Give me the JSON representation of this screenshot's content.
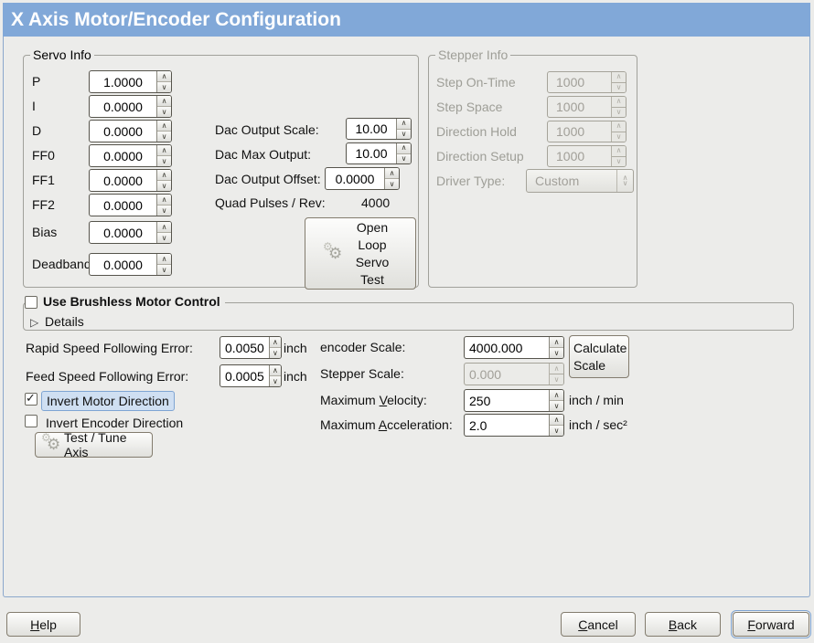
{
  "window": {
    "title": "X Axis Motor/Encoder Configuration"
  },
  "colors": {
    "header_bg": "#81a8d8",
    "window_bg": "#ececea",
    "focus_ring": "#7ea4d2",
    "selection_bg": "#cfdff2"
  },
  "servo_info": {
    "title": "Servo Info",
    "params": [
      {
        "label": "P",
        "value": "1.0000"
      },
      {
        "label": "I",
        "value": "0.0000"
      },
      {
        "label": "D",
        "value": "0.0000"
      },
      {
        "label": "FF0",
        "value": "0.0000"
      },
      {
        "label": "FF1",
        "value": "0.0000"
      },
      {
        "label": "FF2",
        "value": "0.0000"
      },
      {
        "label": "Bias",
        "value": "0.0000"
      },
      {
        "label": "Deadband",
        "value": "0.0000"
      }
    ],
    "dac": [
      {
        "label": "Dac Output Scale:",
        "value": "10.00"
      },
      {
        "label": "Dac Max Output:",
        "value": "10.00"
      },
      {
        "label": "Dac Output Offset:",
        "value": "0.0000"
      }
    ],
    "quad_pulses_label": "Quad Pulses / Rev:",
    "quad_pulses_value": "4000",
    "open_loop_button": "Open Loop Servo Test"
  },
  "stepper_info": {
    "title": "Stepper Info",
    "params": [
      {
        "label": "Step On-Time",
        "value": "1000"
      },
      {
        "label": "Step Space",
        "value": "1000"
      },
      {
        "label": "Direction Hold",
        "value": "1000"
      },
      {
        "label": "Direction Setup",
        "value": "1000"
      }
    ],
    "driver_type_label": "Driver Type:",
    "driver_type_value": "Custom"
  },
  "brushless": {
    "checkbox_label": "Use Brushless Motor Control",
    "details_label": "Details"
  },
  "following_error": {
    "rows": [
      {
        "label": "Rapid Speed Following Error:",
        "value": "0.0050",
        "unit": "inch"
      },
      {
        "label": "Feed Speed Following Error:",
        "value": "0.0005",
        "unit": "inch"
      }
    ]
  },
  "scales": {
    "encoder_label": "encoder Scale:",
    "encoder_value": "4000.000",
    "calculate_button": "Calculate Scale",
    "stepper_label": "Stepper Scale:",
    "stepper_value": "0.000",
    "velocity_label_pre": "Maximum ",
    "velocity_label_mn": "V",
    "velocity_label_post": "elocity:",
    "velocity_value": "250",
    "velocity_unit": "inch / min",
    "accel_label_pre": "Maximum ",
    "accel_label_mn": "A",
    "accel_label_post": "cceleration:",
    "accel_value": "2.0",
    "accel_unit": "inch / sec²"
  },
  "direction": {
    "invert_motor": "Invert Motor Direction",
    "invert_encoder": "Invert Encoder Direction",
    "test_tune_button": "Test / Tune Axis"
  },
  "actions": {
    "help_mn": "H",
    "help_post": "elp",
    "cancel_mn": "C",
    "cancel_post": "ancel",
    "back_mn": "B",
    "back_post": "ack",
    "forward_mn": "F",
    "forward_post": "orward"
  },
  "icons": {
    "open_loop_button": "gears-icon",
    "test_tune_button": "gears-icon",
    "details": "triangle-right-icon",
    "spinboxes": "up-down-chevron-icons"
  }
}
